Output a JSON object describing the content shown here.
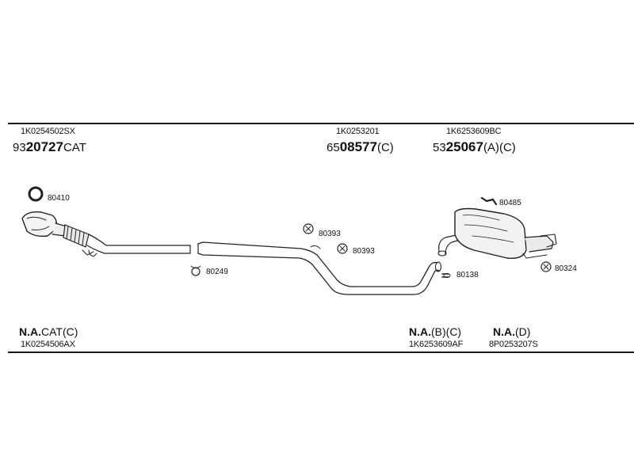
{
  "top_parts": [
    {
      "part": "1K0254502SX",
      "prefix": "93",
      "code": "20727",
      "suffix": "CAT"
    },
    {
      "part": "1K0253201",
      "prefix": "65",
      "code": "08577",
      "suffix": "(C)"
    },
    {
      "part": "1K6253609BC",
      "prefix": "53",
      "code": "25067",
      "suffix": "(A)(C)"
    }
  ],
  "callouts": [
    "80410",
    "80393",
    "80393",
    "80249",
    "80485",
    "80138",
    "80324"
  ],
  "bottom_parts": [
    {
      "na": "N.A.",
      "suffix": "CAT(C)",
      "part": "1K0254506AX"
    },
    {
      "na": "N.A.",
      "suffix": "(B)(C)",
      "part": "1K6253609AF"
    },
    {
      "na": "N.A.",
      "suffix": "(D)",
      "part": "8P0253207S"
    }
  ]
}
